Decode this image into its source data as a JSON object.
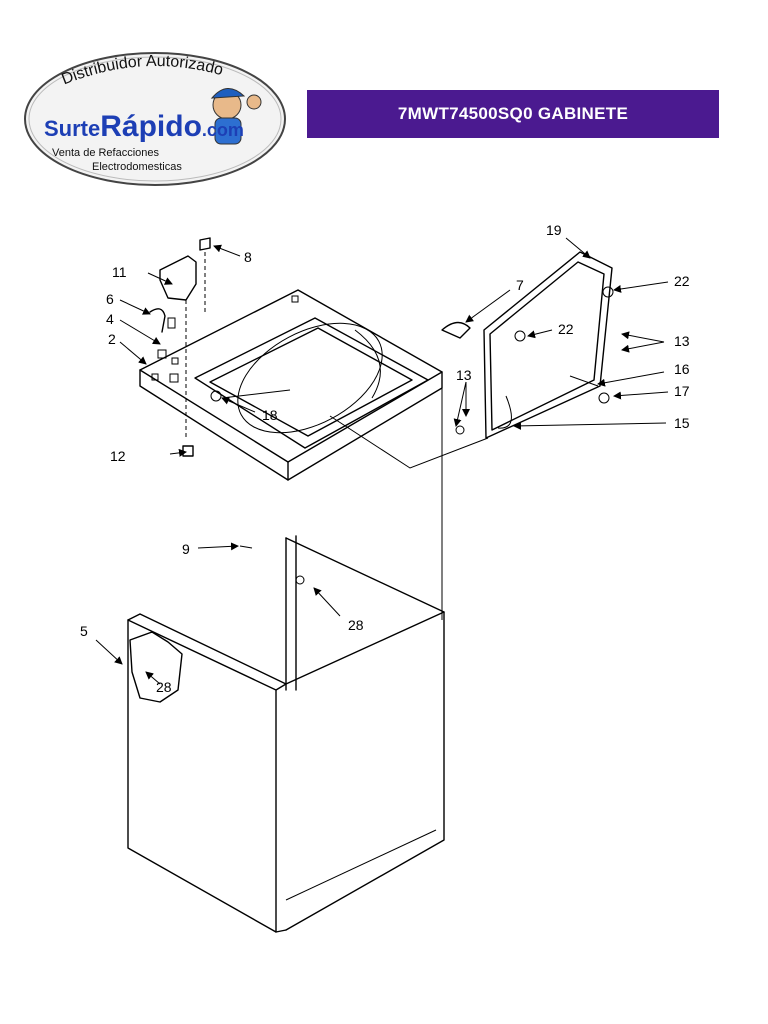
{
  "logo": {
    "arc_text": "Distribuidor Autorizado",
    "brand_part1": "Surte",
    "brand_part2": "Rápido",
    "brand_part3": ".com",
    "tagline_line1": "Venta de Refacciones",
    "tagline_line2": "Electrodomesticas"
  },
  "header": {
    "title": "7MWT74500SQ0  GABINETE",
    "bar_color": "#4b1a90"
  },
  "parts": {
    "p2": "2",
    "p4": "4",
    "p5": "5",
    "p6": "6",
    "p7": "7",
    "p8": "8",
    "p9": "9",
    "p11": "11",
    "p12": "12",
    "p13a": "13",
    "p13b": "13",
    "p15": "15",
    "p16": "16",
    "p17": "17",
    "p18": "18",
    "p19": "19",
    "p22a": "22",
    "p22b": "22",
    "p28a": "28",
    "p28b": "28"
  }
}
